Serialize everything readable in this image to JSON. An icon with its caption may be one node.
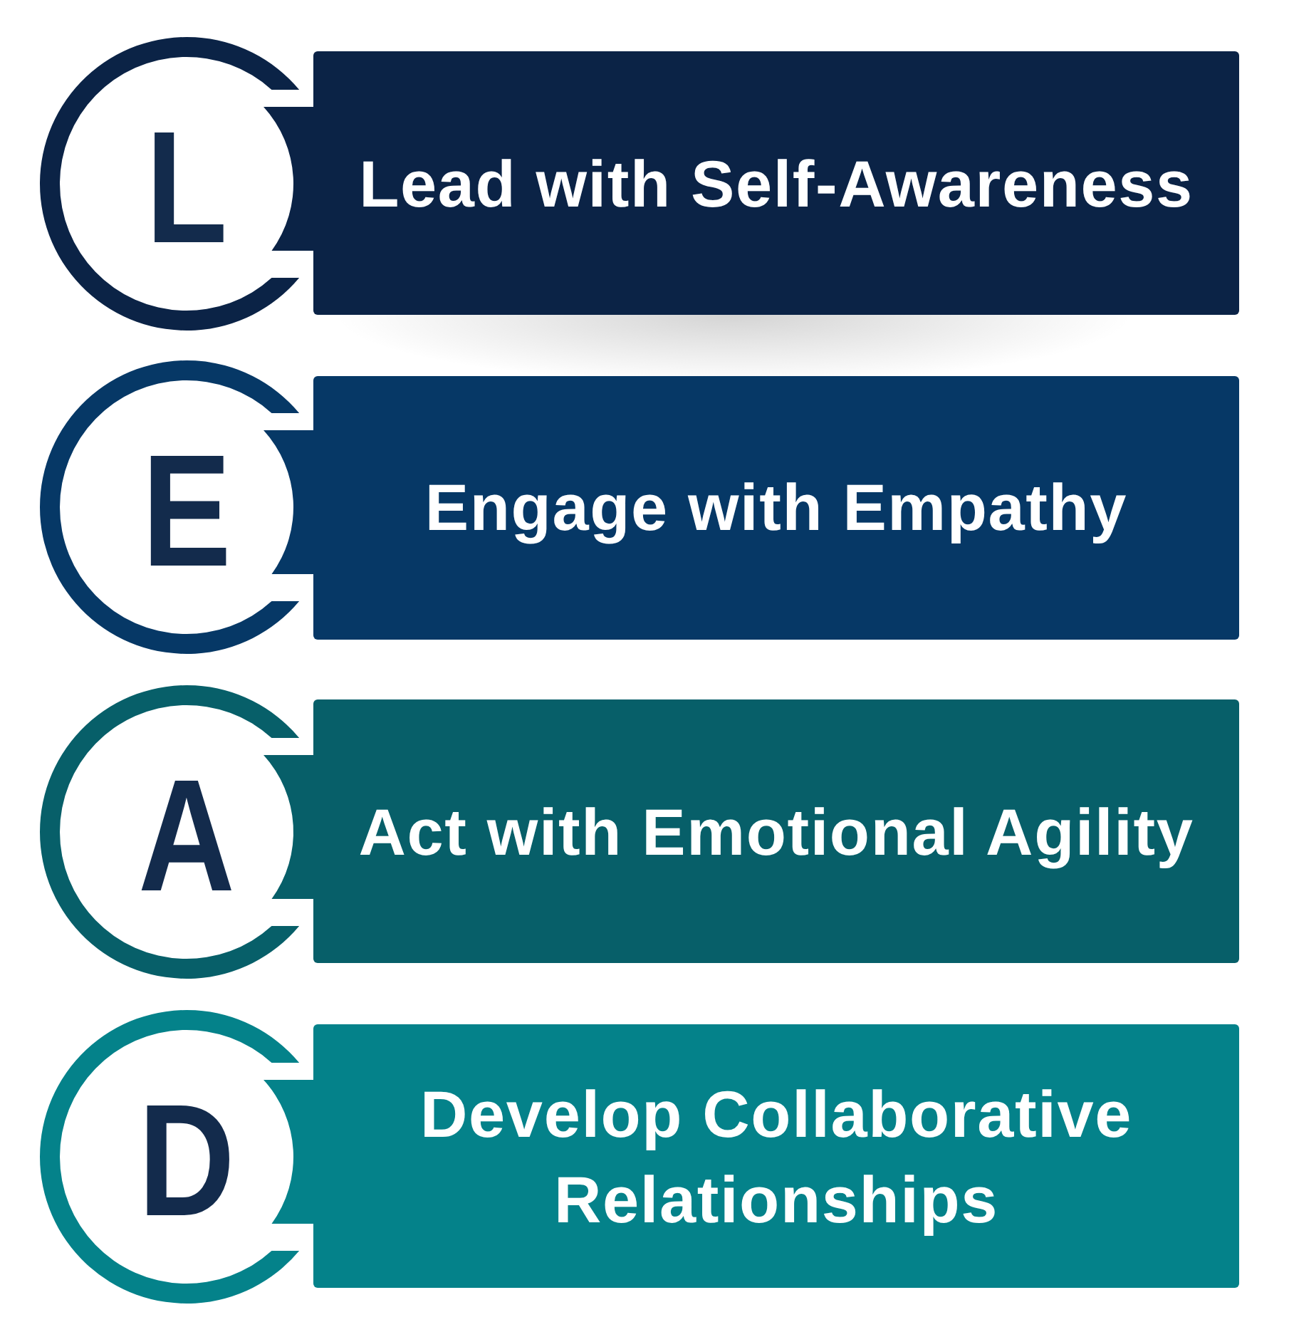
{
  "diagram": {
    "nodes": [
      {
        "text": [
          "L"
        ]
      },
      {
        "text": [
          "Lead with Self-Awareness"
        ]
      },
      {
        "text": [
          "E"
        ]
      },
      {
        "text": [
          "Engage with Empathy"
        ]
      },
      {
        "text": [
          "A"
        ]
      },
      {
        "text": [
          "Act with Emotional Agility"
        ]
      },
      {
        "text": [
          "D"
        ]
      },
      {
        "text": [
          "Develop Collaborative Relationships"
        ]
      }
    ]
  }
}
